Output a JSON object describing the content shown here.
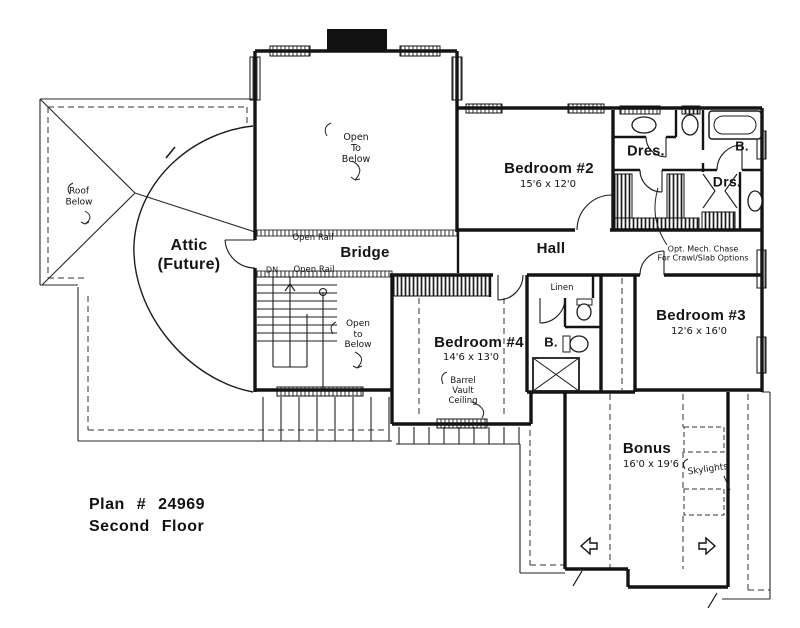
{
  "colors": {
    "ink": "#141414",
    "paper": "#ffffff"
  },
  "title_block": {
    "plan_number": "Plan # 24969",
    "floor_name": "Second Floor"
  },
  "rooms": {
    "attic": {
      "name": "Attic\n(Future)"
    },
    "bridge": {
      "name": "Bridge"
    },
    "hall": {
      "name": "Hall"
    },
    "bedroom2": {
      "name": "Bedroom #2",
      "dims": "15'6 x 12'0"
    },
    "bedroom3": {
      "name": "Bedroom #3",
      "dims": "12'6 x 16'0"
    },
    "bedroom4": {
      "name": "Bedroom #4",
      "dims": "14'6 x 13'0"
    },
    "bonus": {
      "name": "Bonus",
      "dims": "16'0 x 19'6"
    },
    "dressing": {
      "name": "Dres."
    },
    "dressing_small": {
      "name": "Drs."
    },
    "bath_upper": {
      "name": "B."
    },
    "bath_hall": {
      "name": "B."
    },
    "linen": {
      "name": "Linen"
    }
  },
  "annotations": {
    "open_to_below_great_room": "Open\nTo\nBelow",
    "open_to_below_stairwell": "Open\nto\nBelow",
    "open_rail_upper": "Open Rail",
    "open_rail_lower": "Open Rail",
    "down": "DN",
    "roof_below": "Roof\nBelow",
    "barrel_vault": "Barrel\nVault\nCeiling",
    "skylights": "Skylights",
    "mech_chase": "Opt. Mech. Chase\nFor Crawl/Slab Options"
  }
}
